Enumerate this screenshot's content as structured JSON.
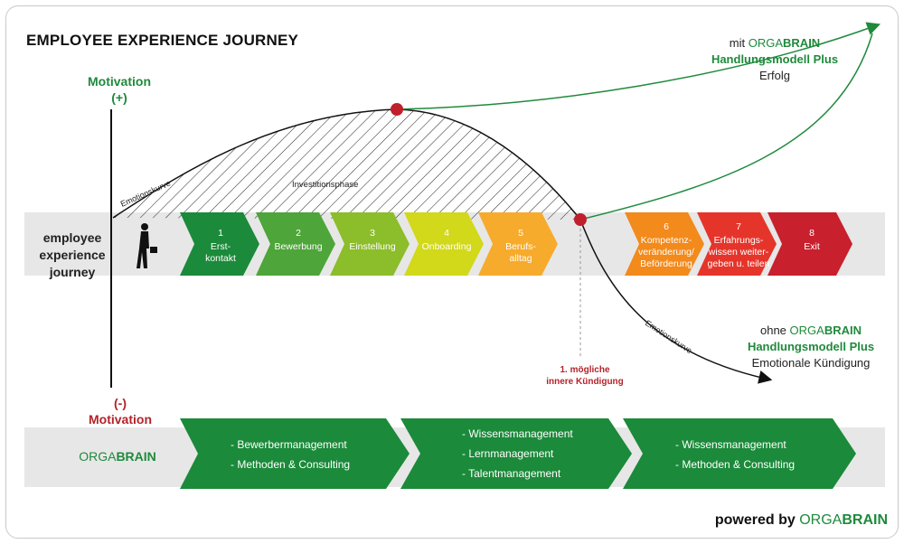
{
  "title": "EMPLOYEE EXPERIENCE JOURNEY",
  "motivation_plus": {
    "label": "Motivation",
    "sign": "(+)"
  },
  "motivation_minus": {
    "sign": "(-)",
    "label": "Motivation"
  },
  "band_label": [
    "employee",
    "experience",
    "journey"
  ],
  "curve_labels": {
    "emotion_top": "Emotionskurve",
    "investment": "Investitionsphase",
    "emotion_bottom": "Emotionskurve"
  },
  "stages": [
    {
      "num": "1",
      "lines": [
        "Erst-",
        "kontakt"
      ],
      "color": "#1b8a3a"
    },
    {
      "num": "2",
      "lines": [
        "Bewerbung"
      ],
      "color": "#4ea53a"
    },
    {
      "num": "3",
      "lines": [
        "Einstellung"
      ],
      "color": "#8cbd2a"
    },
    {
      "num": "4",
      "lines": [
        "Onboarding"
      ],
      "color": "#d2d81a"
    },
    {
      "num": "5",
      "lines": [
        "Berufs-",
        "alltag"
      ],
      "color": "#f6ab2c"
    },
    {
      "num": "6",
      "lines": [
        "Kompetenz-",
        "veränderung/",
        "Beförderung"
      ],
      "color": "#f28a1c"
    },
    {
      "num": "7",
      "lines": [
        "Erfahrungs-",
        "wissen weiter-",
        "geben u. teilen"
      ],
      "color": "#e5352b"
    },
    {
      "num": "8",
      "lines": [
        "Exit"
      ],
      "color": "#c8202d"
    }
  ],
  "top_right": {
    "prefix": "mit ",
    "brand_light": "ORGA",
    "brand_bold": "BRAIN",
    "line2": "Handlungsmodell Plus",
    "line3": "Erfolg"
  },
  "bottom_right": {
    "prefix": "ohne ",
    "brand_light": "ORGA",
    "brand_bold": "BRAIN",
    "line2": "Handlungsmodell Plus",
    "line3": "Emotionale Kündigung"
  },
  "kuendigung": [
    "1. mögliche",
    "innere Kündigung"
  ],
  "bottom_brand": {
    "light": "ORGA",
    "bold": "BRAIN"
  },
  "services": [
    [
      "- Bewerbermanagement",
      "- Methoden & Consulting"
    ],
    [
      "- Wissensmanagement",
      "- Lernmanagement",
      "- Talentmanagement"
    ],
    [
      "- Wissensmanagement",
      "- Methoden & Consulting"
    ]
  ],
  "powered": {
    "prefix": "powered by ",
    "brand_light": "ORGA",
    "brand_bold": "BRAIN"
  },
  "colors": {
    "green": "#1f8a3c",
    "red": "#b3232a",
    "band_gray": "#e6e6e6"
  }
}
